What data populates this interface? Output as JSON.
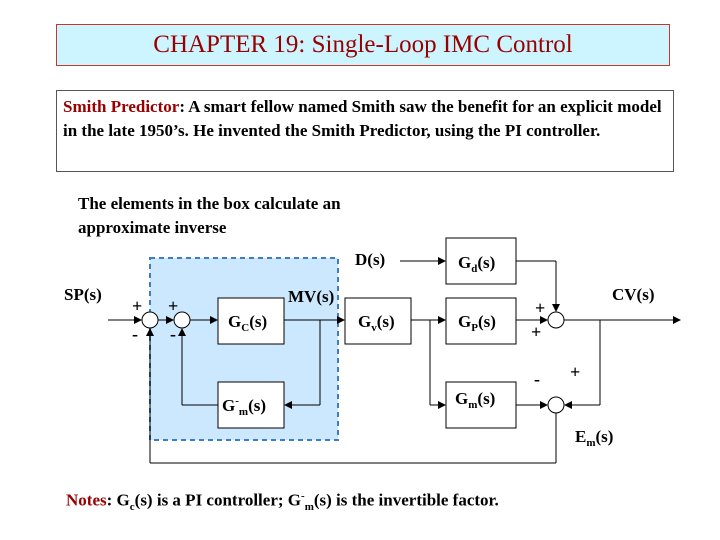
{
  "title": "CHAPTER 19: Single-Loop IMC Control",
  "intro": {
    "lead": "Smith Predictor",
    "lead_colon": ":",
    "text": "  A smart fellow named Smith saw the benefit for an explicit model in the late 1950’s.  He invented the Smith Predictor, using the PI controller."
  },
  "caption": {
    "line1": "The elements in the box calculate an",
    "line2": "approximate inverse"
  },
  "diagram": {
    "sp": "SP(s)",
    "sum1_plus": "+",
    "sum1_minus": "-",
    "sum2_plus": "+",
    "sum2_minus": "-",
    "gc": {
      "base": "G",
      "sub": "C",
      "rest": "(s)"
    },
    "mv": "MV(s)",
    "gv": {
      "base": "G",
      "sub": "v",
      "rest": "(s)"
    },
    "gp": {
      "base": "G",
      "sub": "P",
      "rest": "(s)"
    },
    "d": "D(s)",
    "gd": {
      "base": "G",
      "sub": "d",
      "rest": "(s)"
    },
    "sum3_plus_top": "+",
    "sum3_plus_bottom": "+",
    "cv": "CV(s)",
    "gm": {
      "base": "G",
      "sub": "m",
      "rest": "(s)"
    },
    "gminv": {
      "base": "G",
      "sup": "-",
      "sub": "m",
      "rest": "(s)"
    },
    "sum4_minus": "-",
    "sum4_plus": "+",
    "em": {
      "base": "E",
      "sub": "m",
      "rest": "(s)"
    },
    "box_fill": "#cce8ff",
    "box_stroke": "#3c7dc4"
  },
  "notes": {
    "label": "Notes",
    "colon": ": ",
    "gc_base": "G",
    "gc_sub": "c",
    "part1": "(s) is a PI controller; ",
    "gm_base": "G",
    "gm_sup": "-",
    "gm_sub": "m",
    "part2": "(s) is the invertible factor."
  }
}
